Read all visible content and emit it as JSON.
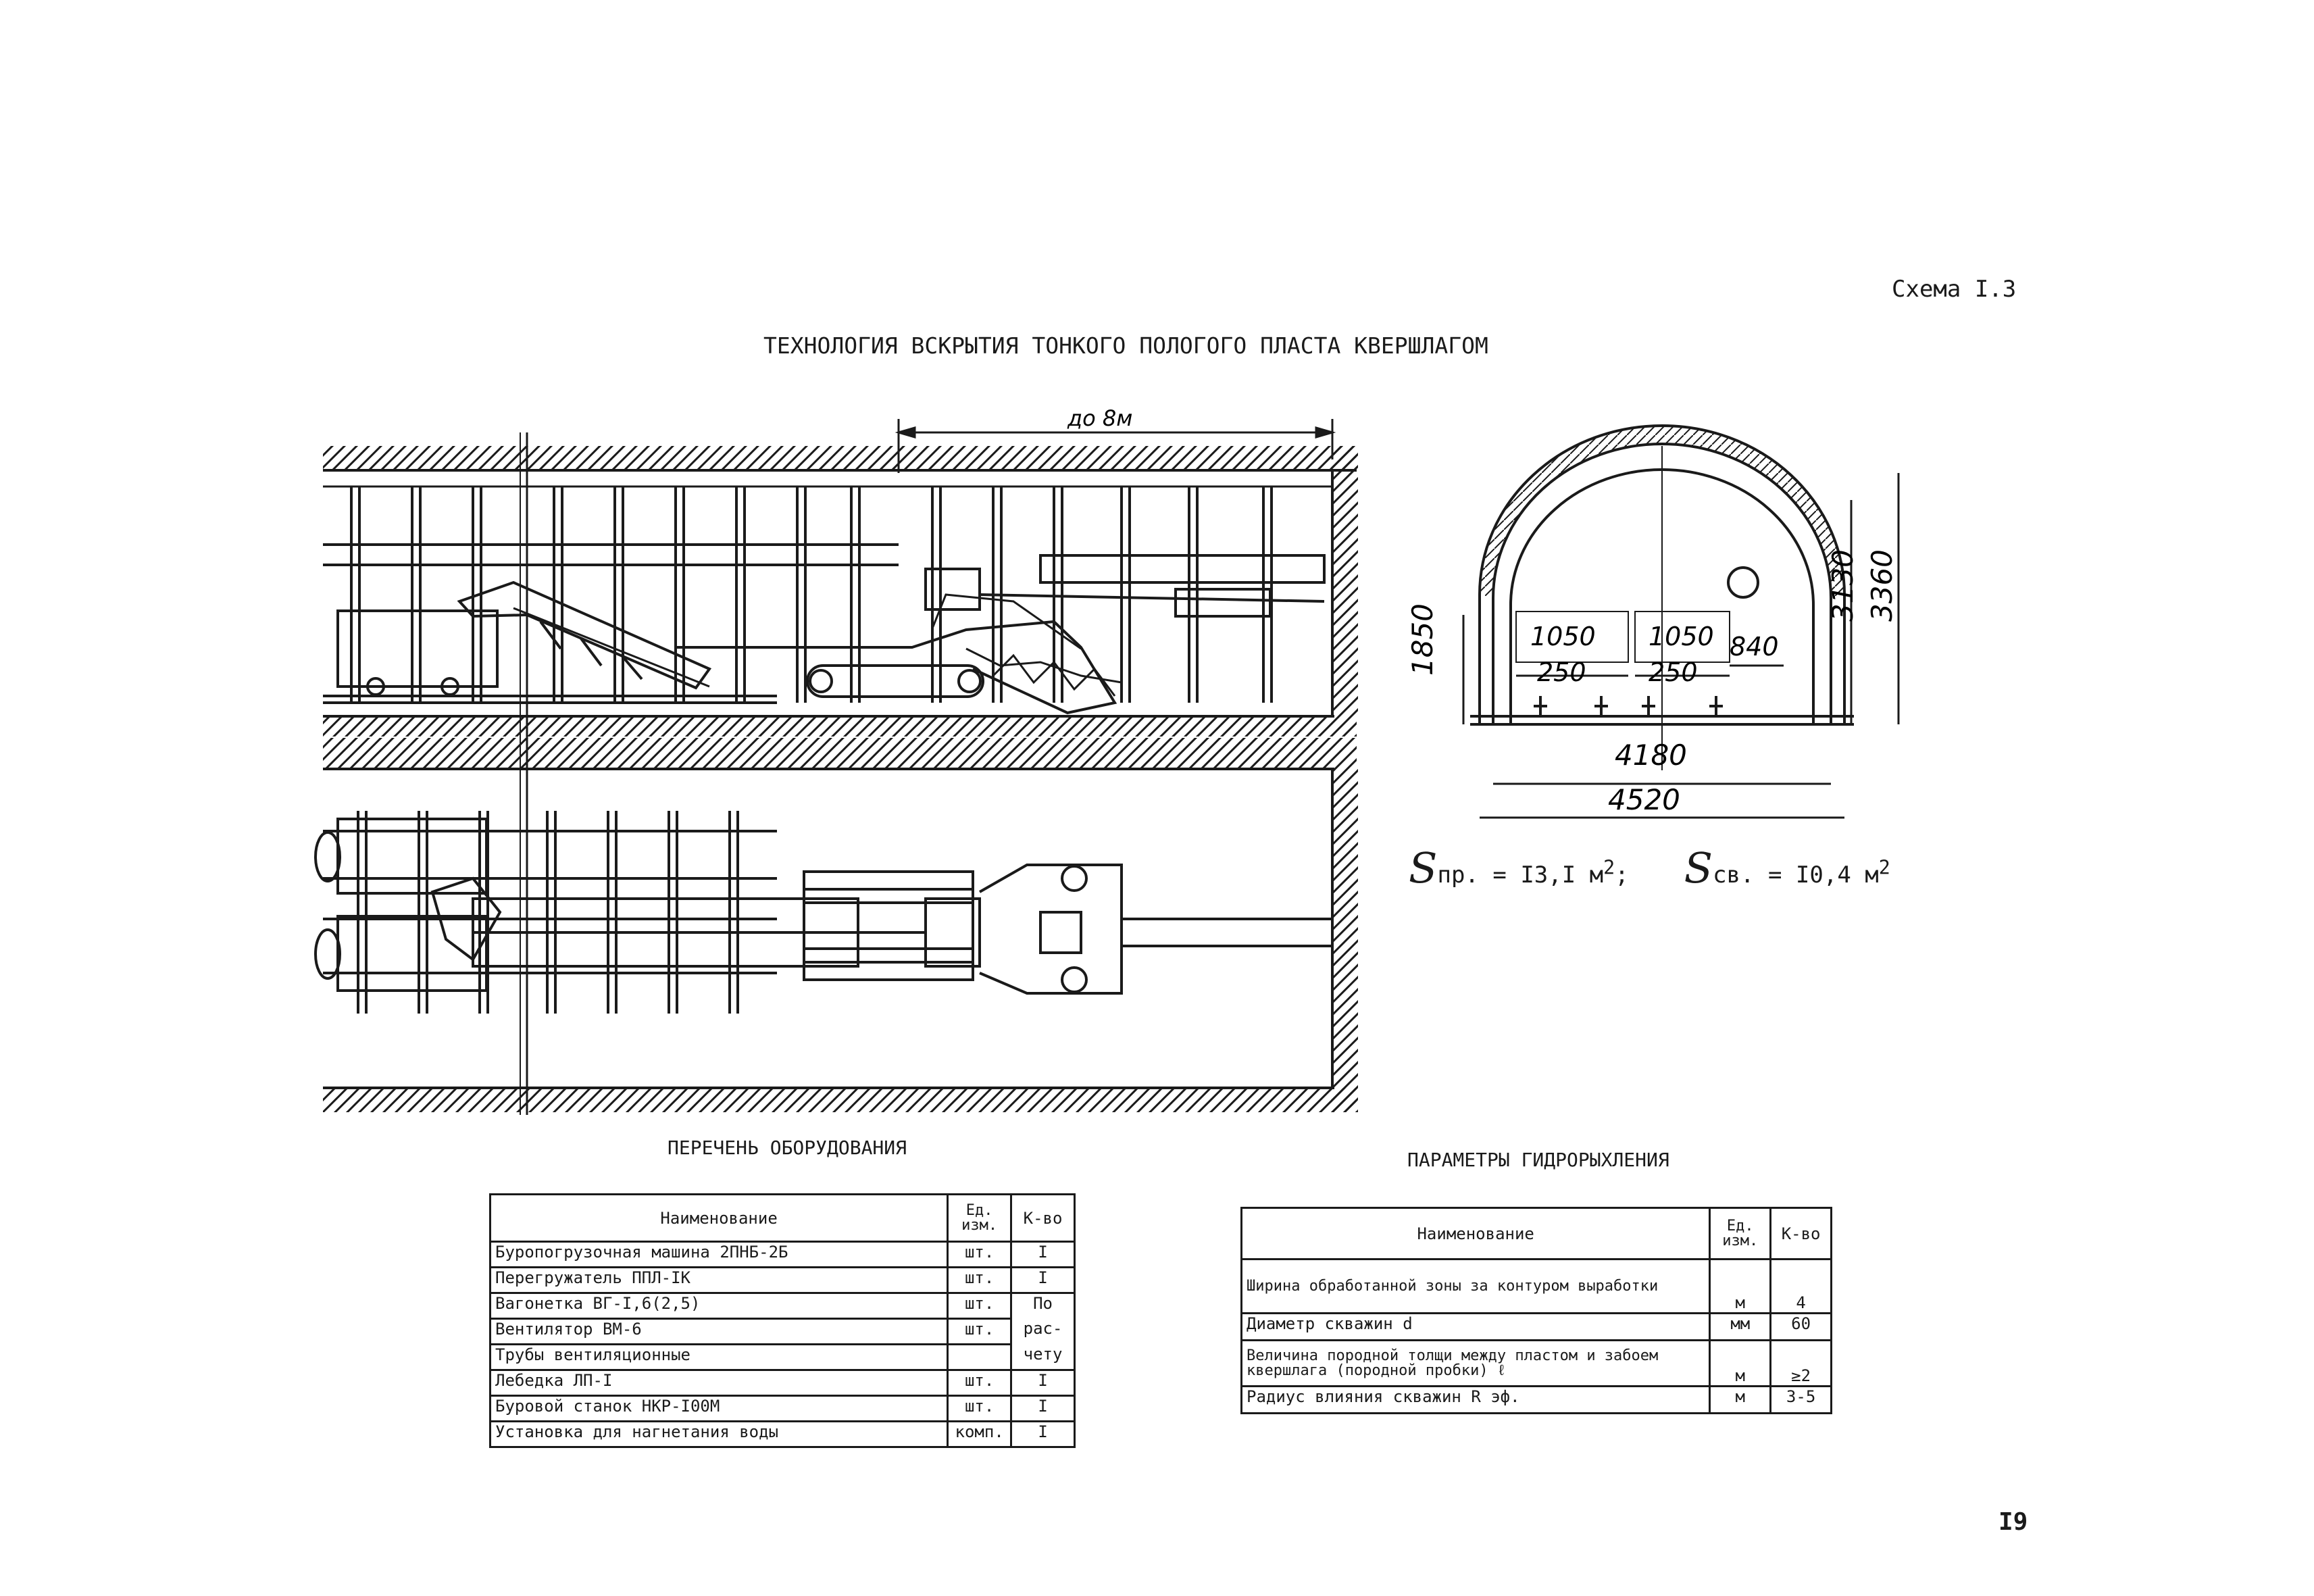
{
  "header": {
    "scheme_label": "Схема I.3",
    "title": "ТЕХНОЛОГИЯ ВСКРЫТИЯ ТОНКОГО ПОЛОГОГО ПЛАСТА КВЕРШЛАГОМ"
  },
  "drawing": {
    "top_dimension": "до 8м",
    "section_dims": {
      "left_height": "1850",
      "inner_height": "3130",
      "outer_height": "3360",
      "width_1050_a": "1050",
      "width_1050_b": "1050",
      "width_840": "840",
      "width_250_a": "250",
      "width_250_b": "250",
      "width_4180": "4180",
      "width_4520": "4520"
    },
    "areas": {
      "s_pr_symbol": "S",
      "s_pr_sub": "пр.",
      "s_pr_value": "= I3,I м",
      "s_pr_exp": "2",
      "s_pr_sep": ";",
      "s_sv_symbol": "S",
      "s_sv_sub": "св.",
      "s_sv_value": "= I0,4 м",
      "s_sv_exp": "2"
    }
  },
  "equipment": {
    "title": "ПЕРЕЧЕНЬ ОБОРУДОВАНИЯ",
    "headers": {
      "name": "Наименование",
      "unit": "Ед. изм.",
      "qty": "К-во"
    },
    "rows": [
      {
        "name": "Буропогрузочная машина 2ПНБ-2Б",
        "unit": "шт.",
        "qty": "I"
      },
      {
        "name": "Перегружатель ППЛ-IК",
        "unit": "шт.",
        "qty": "I"
      },
      {
        "name": "Вагонетка ВГ-I,6(2,5)",
        "unit": "шт.",
        "qty": "По"
      },
      {
        "name": "Вентилятор ВМ-6",
        "unit": "шт.",
        "qty": "рас-"
      },
      {
        "name": "Трубы вентиляционные",
        "unit": "",
        "qty": "чету"
      },
      {
        "name": "Лебедка ЛП-I",
        "unit": "шт.",
        "qty": "I"
      },
      {
        "name": "Буровой станок НКР-I00М",
        "unit": "шт.",
        "qty": "I"
      },
      {
        "name": "Установка для нагнетания воды",
        "unit": "комп.",
        "qty": "I"
      }
    ]
  },
  "params": {
    "title": "ПАРАМЕТРЫ ГИДРОРЫХЛЕНИЯ",
    "headers": {
      "name": "Наименование",
      "unit": "Ед. изм.",
      "qty": "К-во"
    },
    "rows": [
      {
        "name": "Ширина обработанной зоны за контуром выработки",
        "unit": "м",
        "qty": "4"
      },
      {
        "name": "Диаметр скважин d",
        "unit": "мм",
        "qty": "60"
      },
      {
        "name": "Величина породной толщи между пластом и забоем квершлага (породной пробки) ℓ",
        "unit": "м",
        "qty": "≥2"
      },
      {
        "name": "Радиус влияния скважин R эф.",
        "unit": "м",
        "qty": "3-5"
      }
    ]
  },
  "footer": {
    "page_number": "I9"
  }
}
